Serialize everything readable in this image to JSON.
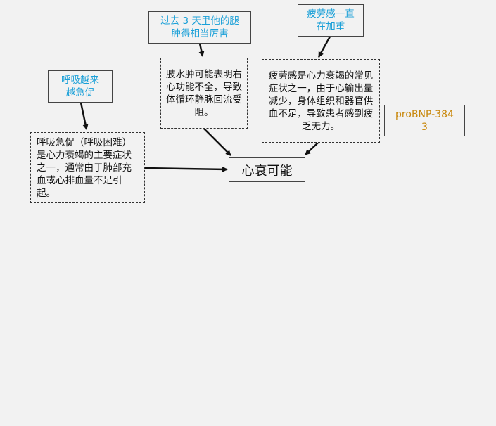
{
  "center": {
    "label": "心衰可能"
  },
  "nodes": [
    {
      "symptom": "呼吸越来越急促",
      "explanation": "呼吸急促（呼吸困难）是心力衰竭的主要症状之一，通常由于肺部充血或心排血量不足引起。"
    },
    {
      "symptom": "过去 3 天里他的腿肿得相当厉害",
      "explanation": "肢水肿可能表明右心功能不全，导致体循环静脉回流受阻。"
    },
    {
      "symptom": "疲劳感一直在加重",
      "explanation": "疲劳感是心力衰竭的常见症状之一，由于心输出量减少，身体组织和器官供血不足，导致患者感到疲乏无力。"
    }
  ],
  "lab": {
    "label": "proBNP-3843"
  },
  "colors": {
    "symptom": "#1aa0d8",
    "lab": "#c8870a"
  }
}
